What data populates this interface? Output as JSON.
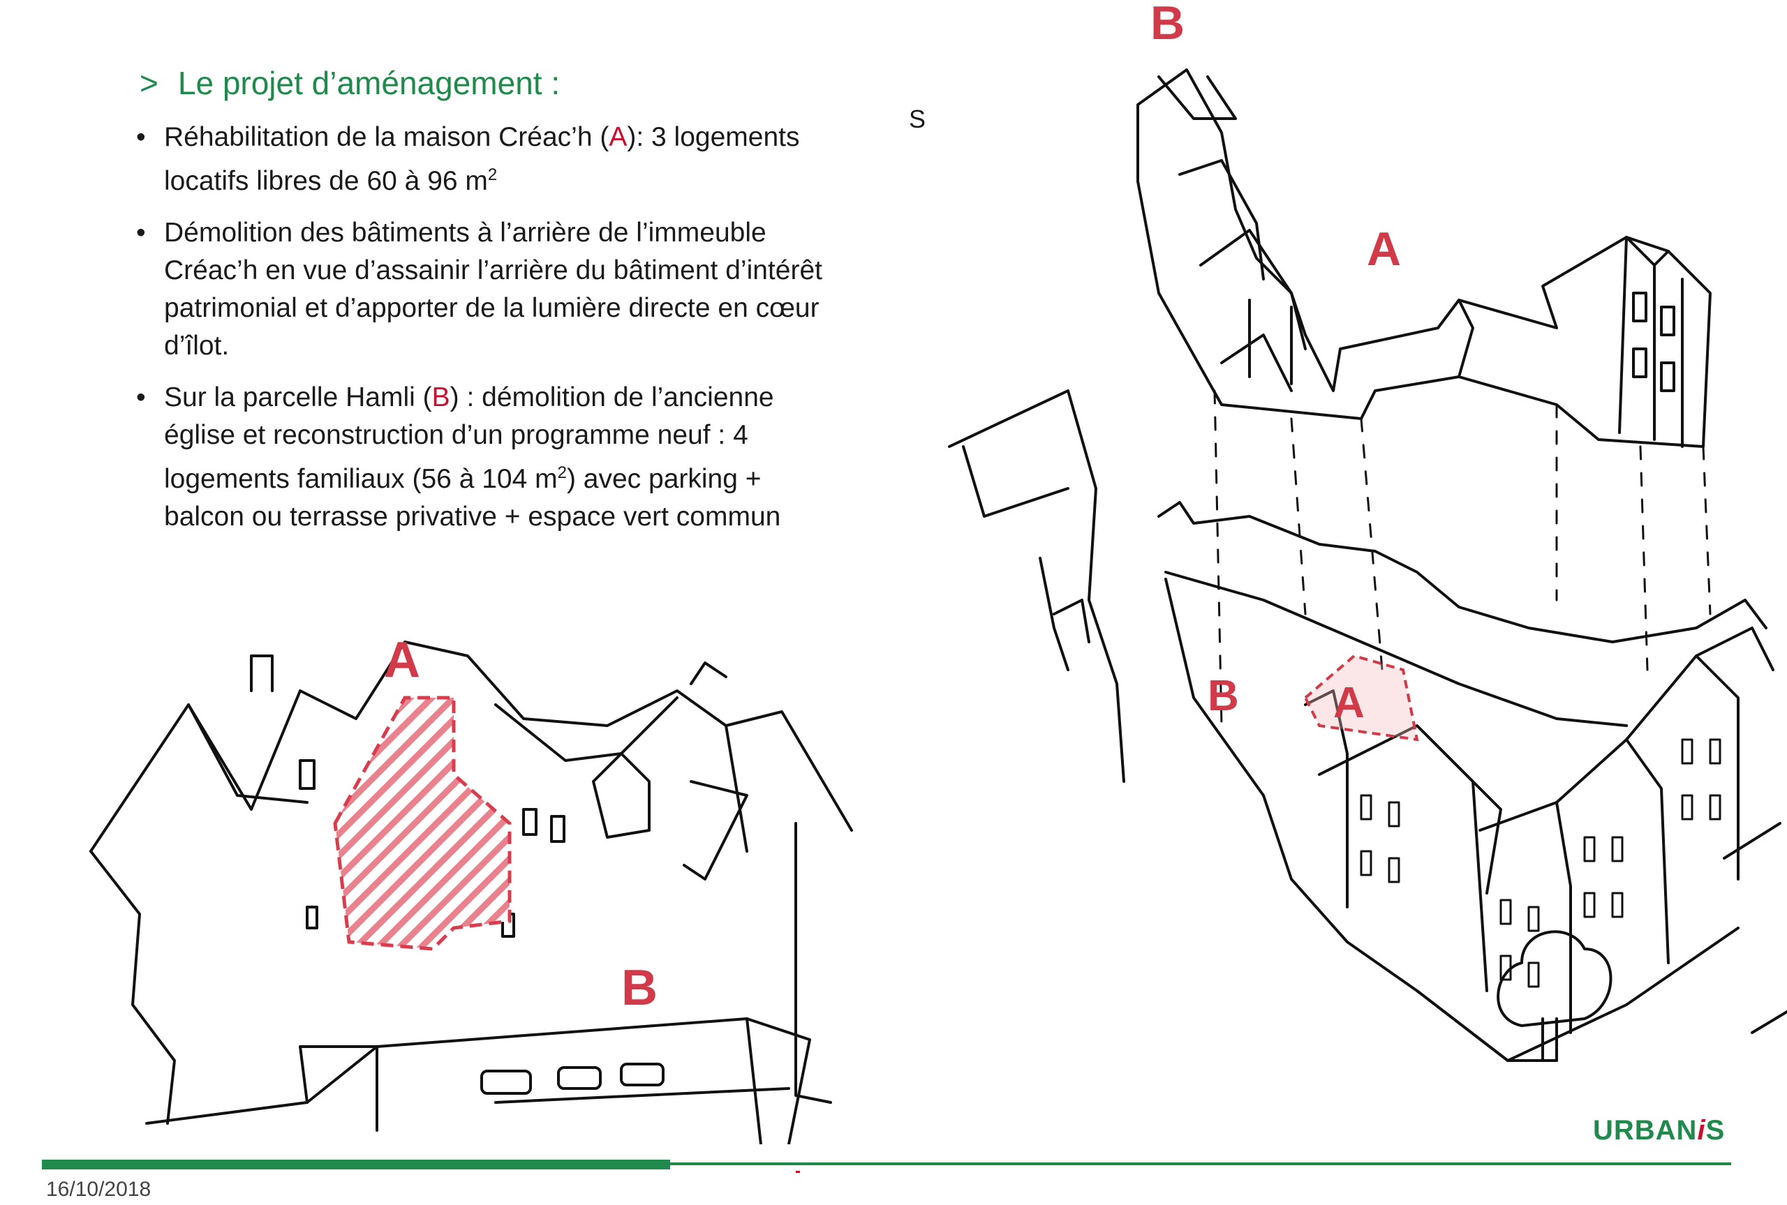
{
  "heading": {
    "chevron": ">",
    "text": "Le projet d’aménagement :"
  },
  "bullets": [
    {
      "before": "Réhabilitation de la maison Créac’h (",
      "marker": "A",
      "after": "): 3 logements locatifs libres de 60 à 96 m",
      "sup": "2",
      "tail": ""
    },
    {
      "before": "Démolition des bâtiments à l’arrière de l’immeuble Créac’h en vue d’assainir l’arrière du bâtiment d’intérêt patrimonial et d’apporter de la lumière directe en cœur d’îlot.",
      "marker": "",
      "after": "",
      "sup": "",
      "tail": ""
    },
    {
      "before": "Sur la parcelle Hamli (",
      "marker": "B",
      "after": ") : démolition de l’ancienne église et reconstruction d’un programme neuf : 4 logements familiaux (56 à 104 m",
      "sup": "2",
      "tail": ") avec parking + balcon ou terrasse privative + espace vert commun"
    }
  ],
  "stray_text": "S",
  "illustrations": {
    "left_labels": {
      "a": "A",
      "b": "B"
    },
    "right_labels": {
      "top_b": "B",
      "top_a": "A",
      "bottom_b": "B",
      "bottom_a": "A"
    }
  },
  "footer": {
    "date": "16/10/2018",
    "logo_prefix": "URBAN",
    "logo_i": "i",
    "logo_suffix": "S"
  },
  "colors": {
    "green": "#1f8a4c",
    "red": "#c8102e",
    "hatch": "#e9828c"
  }
}
